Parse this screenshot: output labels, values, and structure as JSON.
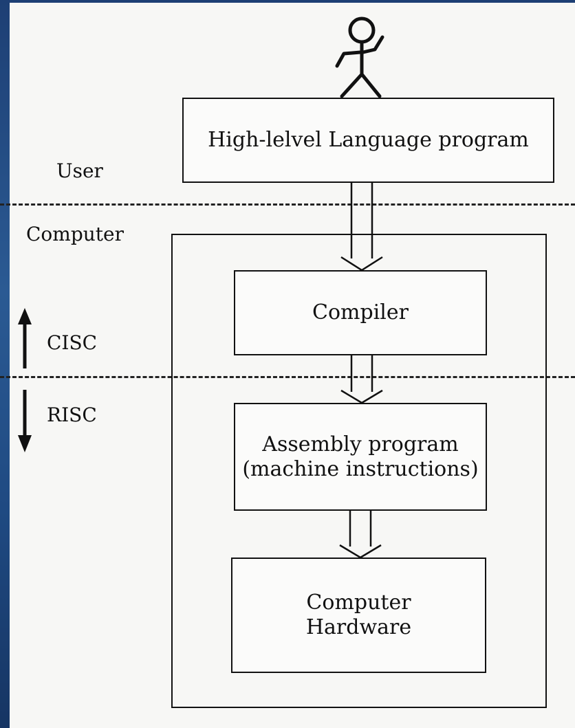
{
  "labels": {
    "user": "User",
    "computer": "Computer",
    "cisc": "CISC",
    "risc": "RISC"
  },
  "boxes": {
    "high_level": "High-lelvel Language program",
    "compiler": "Compiler",
    "assembly_line1": "Assembly program",
    "assembly_line2": "(machine instructions)",
    "hardware_line1": "Computer",
    "hardware_line2": "Hardware"
  },
  "icons": {
    "user_figure": "stick-figure-icon",
    "up_arrow": "arrow-up-icon",
    "down_arrow": "arrow-down-icon"
  }
}
